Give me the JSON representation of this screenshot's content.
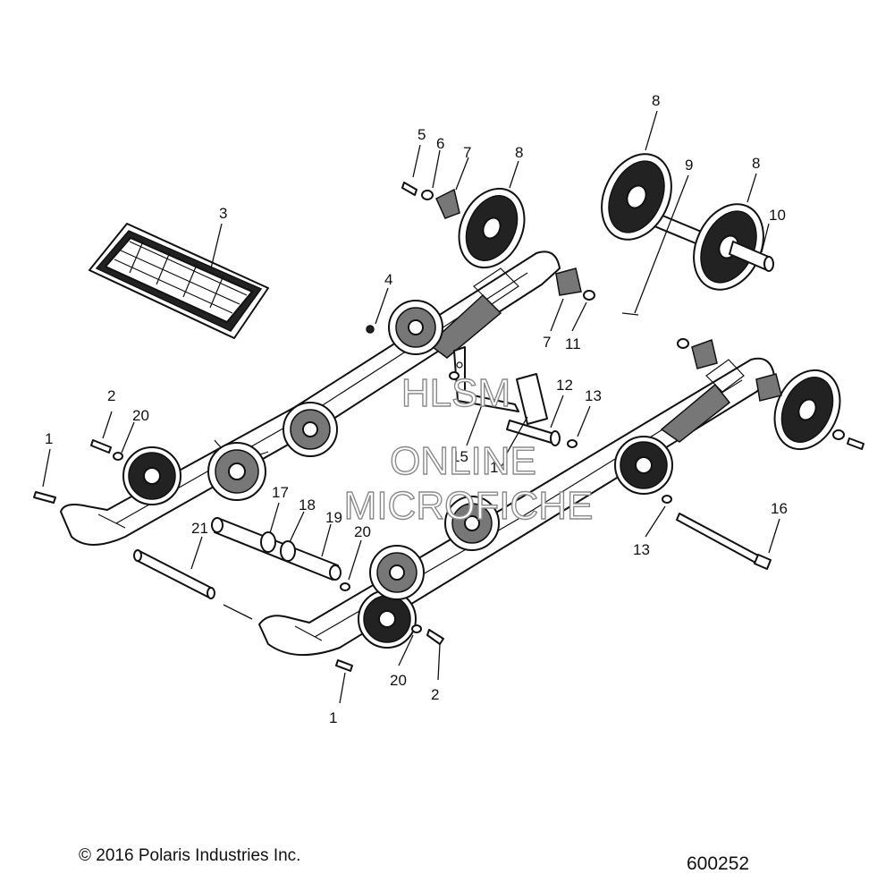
{
  "diagram": {
    "watermark": [
      "HLSM",
      "ONLINE",
      "MICROFICHE"
    ],
    "callouts": [
      "1",
      "2",
      "3",
      "4",
      "5",
      "6",
      "7",
      "8",
      "9",
      "10",
      "11",
      "12",
      "13",
      "14",
      "15",
      "16",
      "17",
      "18",
      "19",
      "20",
      "21"
    ]
  },
  "footer": {
    "copyright": "© 2016 Polaris Industries Inc.",
    "diagram_number": "600252"
  }
}
